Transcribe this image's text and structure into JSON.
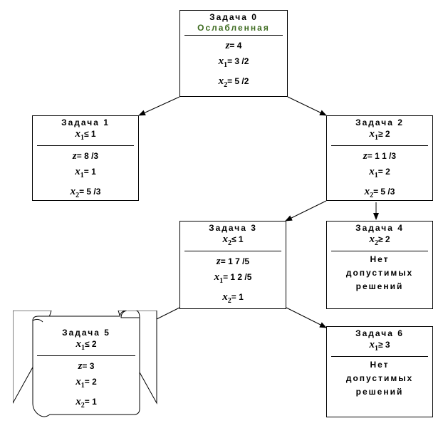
{
  "nodes": {
    "n0": {
      "title": "Задача 0",
      "subtitle": "Ослабленная",
      "z": "= 4",
      "x1": "= 3 /2",
      "x2": "= 5 /2"
    },
    "n1": {
      "title": "Задача 1",
      "cond": "≤ 1",
      "z": "= 8 /3",
      "x1": "= 1",
      "x2": "= 5 /3"
    },
    "n2": {
      "title": "Задача 2",
      "cond": "≥ 2",
      "z": "= 1 1 /3",
      "x1": "= 2",
      "x2": "= 5 /3"
    },
    "n3": {
      "title": "Задача 3",
      "cond": "≤ 1",
      "z": "= 1 7 /5",
      "x1": "= 1 2 /5",
      "x2": "= 1"
    },
    "n4": {
      "title": "Задача 4",
      "cond": "≥ 2",
      "note": [
        "Нет",
        "допустимых",
        "решений"
      ]
    },
    "n5": {
      "title": "Задача 5",
      "cond": "≤ 2",
      "z": "= 3",
      "x1": "= 2",
      "x2": "= 1"
    },
    "n6": {
      "title": "Задача 6",
      "cond": "≥ 3",
      "note": [
        "Нет",
        "допустимых",
        "решений"
      ]
    }
  },
  "symbols": {
    "z": "z",
    "x": "x",
    "sub1": "1",
    "sub2": "2"
  }
}
